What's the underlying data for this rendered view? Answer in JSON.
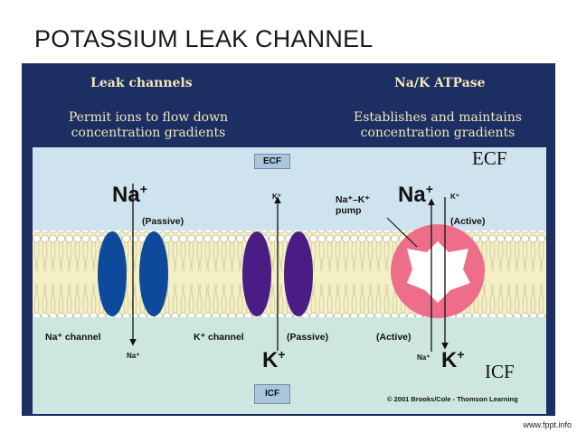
{
  "slide": {
    "title": "POTASSIUM LEAK CHANNEL",
    "watermark": "www.fppt.info"
  },
  "panel": {
    "left_heading": "Leak channels",
    "left_sub_line1": "Permit ions to flow down",
    "left_sub_line2": "concentration gradients",
    "right_heading": "Na/K ATPase",
    "right_sub_line1": "Establishes and maintains",
    "right_sub_line2": "concentration gradients"
  },
  "figure": {
    "ecf_box": "ECF",
    "icf_box": "ICF",
    "ecf_side": "ECF",
    "icf_side": "ICF",
    "na_channel": {
      "ion_top": "Na",
      "ion_top_sup": "+",
      "mode": "(Passive)",
      "label": "Na⁺ channel",
      "ion_bottom": "Na⁺"
    },
    "k_channel": {
      "ion_top": "K⁺",
      "mode": "(Passive)",
      "label": "K⁺ channel",
      "ion_bottom": "K",
      "ion_bottom_sup": "+"
    },
    "pump": {
      "label_line1": "Na⁺–K⁺",
      "label_line2": "pump",
      "na_top": "Na",
      "na_top_sup": "+",
      "k_top": "K⁺",
      "mode_top": "(Active)",
      "mode_bottom": "(Active)",
      "na_bottom": "Na⁺",
      "k_bottom": "K",
      "k_bottom_sup": "+"
    },
    "copyright": "© 2001 Brooks/Cole - Thomson Learning"
  },
  "colors": {
    "panel_bg": "#1d2e63",
    "heading_text": "#f1e7b8",
    "ecf_bg": "#cfe3ef",
    "membrane_bg": "#f5f0c4",
    "icf_bg": "#cde7e0",
    "na_channel": "#0d4a9c",
    "k_channel": "#4a1d86",
    "pump": "#ee6e8a"
  }
}
